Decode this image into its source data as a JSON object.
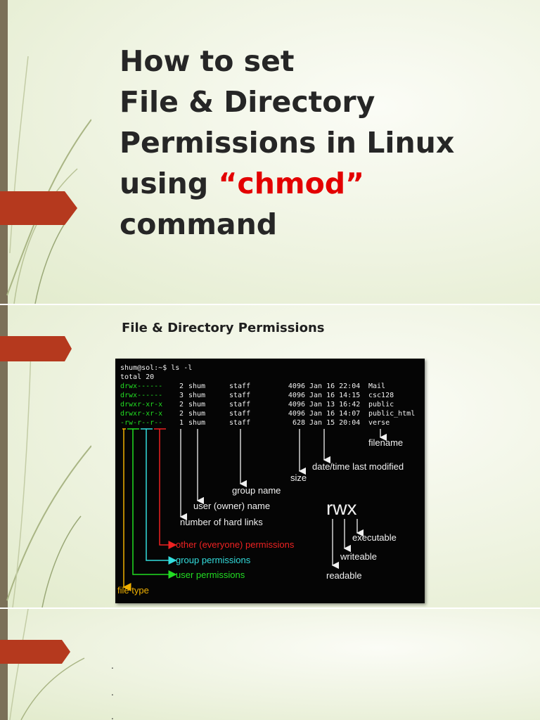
{
  "slide1": {
    "title_lines": [
      "How to set",
      "File & Directory",
      "Permissions in Linux"
    ],
    "title_line4_prefix": "using ",
    "title_line4_highlight": "“chmod”",
    "title_line5": "command"
  },
  "slide2": {
    "heading": "File & Directory Permissions",
    "terminal": {
      "prompt": "shum@sol:~$ ls -l",
      "total": "total 20",
      "rows": [
        {
          "perms": "drwx------",
          "links": "2",
          "owner": "shum",
          "group": "staff",
          "size": "4096",
          "date": "Jan 16 22:04",
          "name": "Mail"
        },
        {
          "perms": "drwx------",
          "links": "3",
          "owner": "shum",
          "group": "staff",
          "size": "4096",
          "date": "Jan 16 14:15",
          "name": "csc128"
        },
        {
          "perms": "drwxr-xr-x",
          "links": "2",
          "owner": "shum",
          "group": "staff",
          "size": "4096",
          "date": "Jan 13 16:42",
          "name": "public"
        },
        {
          "perms": "drwxr-xr-x",
          "links": "2",
          "owner": "shum",
          "group": "staff",
          "size": "4096",
          "date": "Jan 16 14:07",
          "name": "public_html"
        },
        {
          "perms": "-rw-r--r--",
          "links": "1",
          "owner": "shum",
          "group": "staff",
          "size": "628",
          "date": "Jan 15 20:04",
          "name": "verse"
        }
      ],
      "labels": {
        "filename": "filename",
        "datetime": "date/time last modified",
        "size": "size",
        "group_name": "group name",
        "user_name": "user (owner) name",
        "hard_links": "number of hard links",
        "other_perms": "other (everyone) permissions",
        "group_perms": "group permissions",
        "user_perms": "user permissions",
        "file_type": "file type",
        "rwx": "rwx",
        "executable": "executable",
        "writeable": "writeable",
        "readable": "readable"
      },
      "colors": {
        "type": "#f0b000",
        "user": "#22dd22",
        "group": "#33dddd",
        "other": "#ee2222",
        "text": "#f0f0f0"
      }
    }
  },
  "slide3": {
    "bullets": [
      ".",
      ".",
      "."
    ]
  },
  "theme": {
    "accent": "#b5391e",
    "sidebar": "#7b7058",
    "title_highlight": "#e30000"
  }
}
